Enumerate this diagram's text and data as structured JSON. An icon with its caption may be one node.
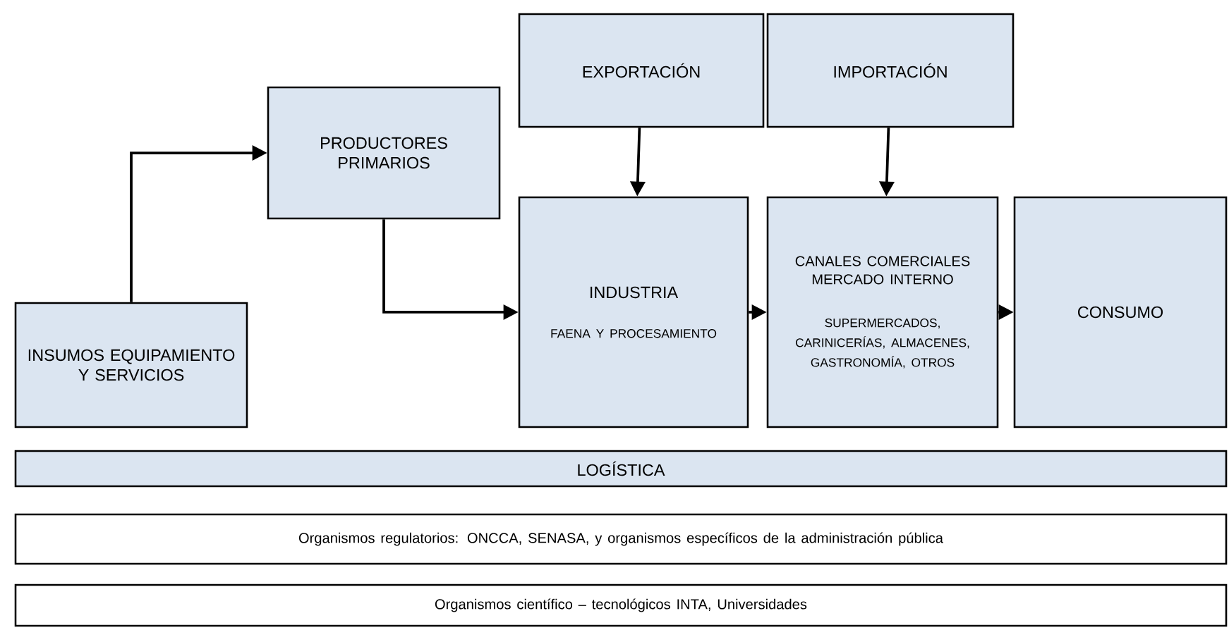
{
  "diagram": {
    "nodes": [
      {
        "text": [
          "EXPORTACIÓN"
        ]
      },
      {
        "text": [
          "IMPORTACIÓN"
        ]
      },
      {
        "text": [
          "PRODUCTORES PRIMARIOS"
        ]
      },
      {
        "text": [
          "INDUSTRIA",
          "FAENA Y PROCESAMIENTO"
        ]
      },
      {
        "text": [
          "CANALES COMERCIALES MERCADO INTERNO",
          "SUPERMERCADOS, CARINICERÍAS, ALMACENES, GASTRONOMÍA, OTROS"
        ]
      },
      {
        "text": [
          "CONSUMO"
        ]
      },
      {
        "text": [
          "INSUMOS EQUIPAMIENTO Y SERVICIOS"
        ]
      },
      {
        "text": [
          "LOGÍSTICA"
        ]
      },
      {
        "text": [
          "Organismos regulatorios: ONCCA, SENASA, y organismos específicos de la administración pública"
        ]
      },
      {
        "text": [
          "Organismos científico – tecnológicos INTA, Universidades"
        ]
      }
    ],
    "edges": [
      {
        "from": 6,
        "to": 2,
        "arrow": "to"
      },
      {
        "from": 2,
        "to": 3,
        "arrow": "to"
      },
      {
        "from": 0,
        "to": 3,
        "arrow": "to"
      },
      {
        "from": 1,
        "to": 4,
        "arrow": "to"
      },
      {
        "from": 3,
        "to": 4,
        "arrow": "to"
      },
      {
        "from": 4,
        "to": 5,
        "arrow": "to"
      }
    ]
  }
}
